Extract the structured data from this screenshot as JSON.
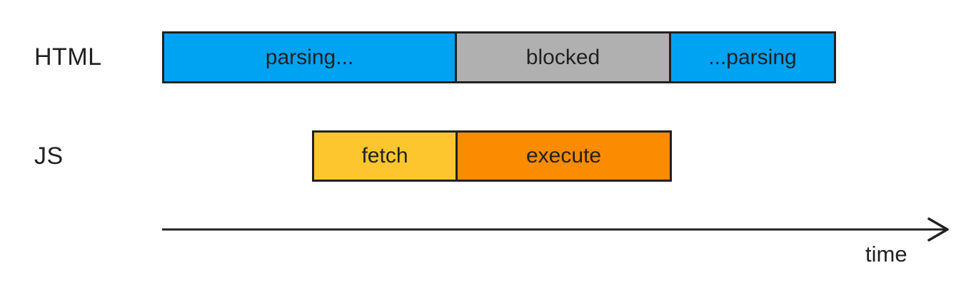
{
  "rows": [
    {
      "label": "HTML",
      "segments": [
        {
          "label": "parsing...",
          "color": "#00a2f2"
        },
        {
          "label": "blocked",
          "color": "#b0b0b0"
        },
        {
          "label": "...parsing",
          "color": "#00a2f2"
        }
      ]
    },
    {
      "label": "JS",
      "segments": [
        {
          "label": "fetch",
          "color": "#fec62e"
        },
        {
          "label": "execute",
          "color": "#fb8b00"
        }
      ]
    }
  ],
  "axis": {
    "label": "time"
  },
  "palette": {
    "parsing_blue": "#00a2f2",
    "blocked_gray": "#b0b0b0",
    "fetch_yellow": "#fec62e",
    "execute_orange": "#fb8b00",
    "outline": "#212121",
    "text": "#212121",
    "background": "#ffffff"
  }
}
